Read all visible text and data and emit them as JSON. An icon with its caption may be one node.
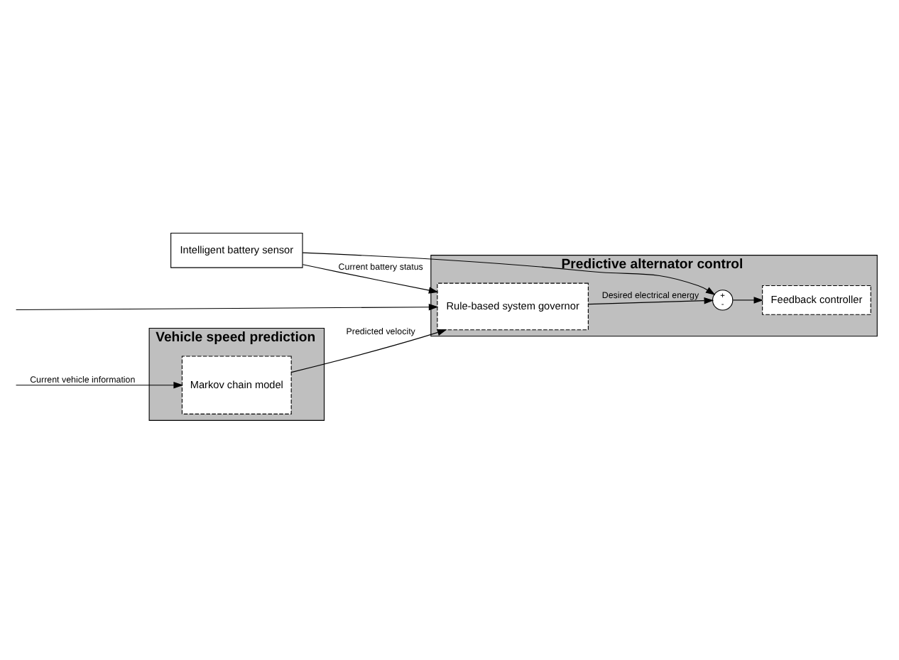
{
  "diagram": {
    "nodes": [
      {
        "text": [
          "Vehicle speed prediction"
        ]
      },
      {
        "text": [
          "Markov chain model"
        ],
        "in": 0
      },
      {
        "text": [
          "Predictive alternator control"
        ]
      },
      {
        "text": [
          "Rule-based system governor"
        ],
        "in": 2
      },
      {
        "text": [
          "+",
          "-"
        ],
        "in": 2
      },
      {
        "text": [
          "Feedback controller"
        ],
        "in": 2
      },
      {
        "text": [
          "Intelligent battery sensor"
        ]
      }
    ],
    "edges": [
      {
        "from": null,
        "to": 1,
        "arrow": "to",
        "label": "Current vehicle information"
      },
      {
        "from": null,
        "to": 3,
        "arrow": "to"
      },
      {
        "from": 1,
        "to": 3,
        "arrow": "to",
        "label": "Predicted velocity"
      },
      {
        "from": 6,
        "to": 3,
        "arrow": "to",
        "label": "Current battery status"
      },
      {
        "from": 6,
        "to": 4,
        "arrow": "to"
      },
      {
        "from": 3,
        "to": 4,
        "arrow": "to",
        "label": "Desired electrical energy"
      },
      {
        "from": 4,
        "to": 5,
        "arrow": "to"
      }
    ]
  }
}
